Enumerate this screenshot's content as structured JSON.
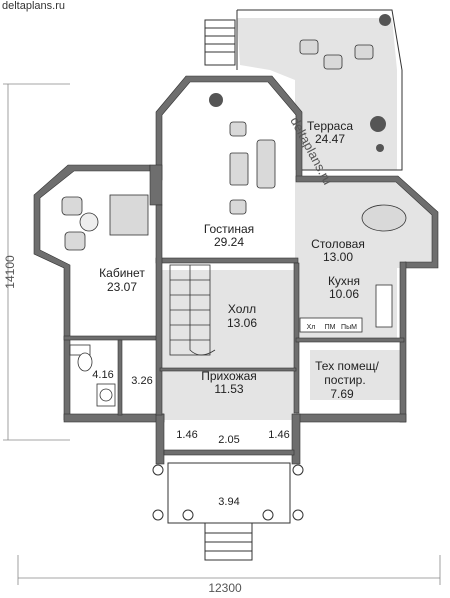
{
  "site": "deltaplans.ru",
  "watermark": "deltaplans.ru",
  "dimensions": {
    "width": "12300",
    "height": "14100"
  },
  "rooms": [
    {
      "name": "Терраса",
      "area": "24.47"
    },
    {
      "name": "Гостиная",
      "area": "29.24"
    },
    {
      "name": "Кабинет",
      "area": "23.07"
    },
    {
      "name": "Столовая",
      "area": "13.00"
    },
    {
      "name": "Кухня",
      "area": "10.06"
    },
    {
      "name": "Холл",
      "area": "13.06"
    },
    {
      "name": "Прихожая",
      "area": "11.53"
    },
    {
      "name": "Тех помещ/",
      "name2": "постир.",
      "area": "7.69"
    }
  ],
  "small_areas": {
    "bath": "4.16",
    "wc": "3.26",
    "vest_left": "1.46",
    "vest_center": "2.05",
    "vest_right": "1.46",
    "porch": "3.94"
  },
  "appliances": {
    "fridge": "Хл",
    "washer": "ПМ",
    "dishwasher": "ПыМ"
  },
  "colors": {
    "wall": "#6e6e6e",
    "floor_grey": "#e4e4e4",
    "line": "#333333"
  }
}
